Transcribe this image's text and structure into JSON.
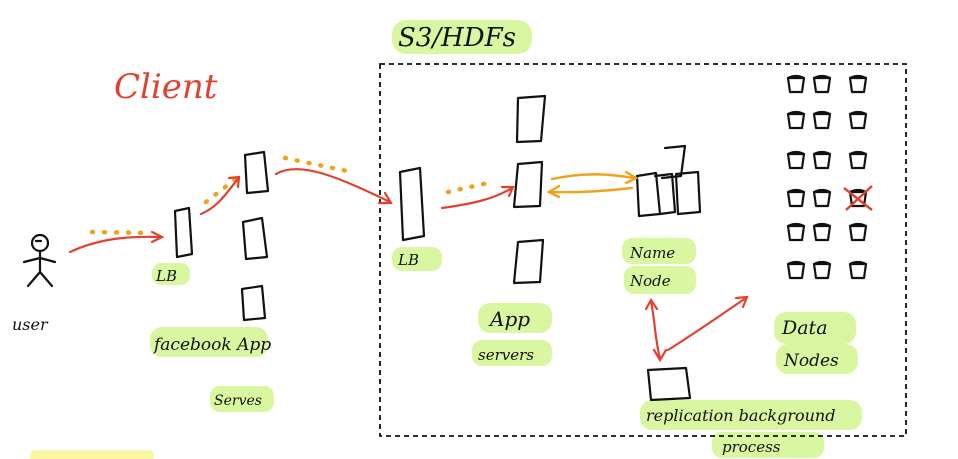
{
  "labels": {
    "storage_title": "S3/HDFs",
    "client": "Client",
    "user": "user",
    "client_lb": "LB",
    "facebook_app_servers": "facebook App",
    "facebook_app_servers_line2": "Serves",
    "cluster_lb": "LB",
    "app_servers_line1": "App",
    "app_servers_line2": "servers",
    "name_node_line1": "Name",
    "name_node_line2": "Node",
    "data_nodes_line1": "Data",
    "data_nodes_line2": "Nodes",
    "replication_line1": "replication background",
    "replication_line2": "process"
  },
  "colors": {
    "ink": "#111111",
    "arrow_red": "#e2412f",
    "arrow_orange": "#f0a21f",
    "highlight": "#d9f7a0",
    "highlight_yellow": "#fbf6a6"
  },
  "icons": {
    "server": "server-rect-icon",
    "user": "stick-figure-icon",
    "data_node": "storage-bucket-icon",
    "failed_node": "crossed-bucket-icon"
  }
}
